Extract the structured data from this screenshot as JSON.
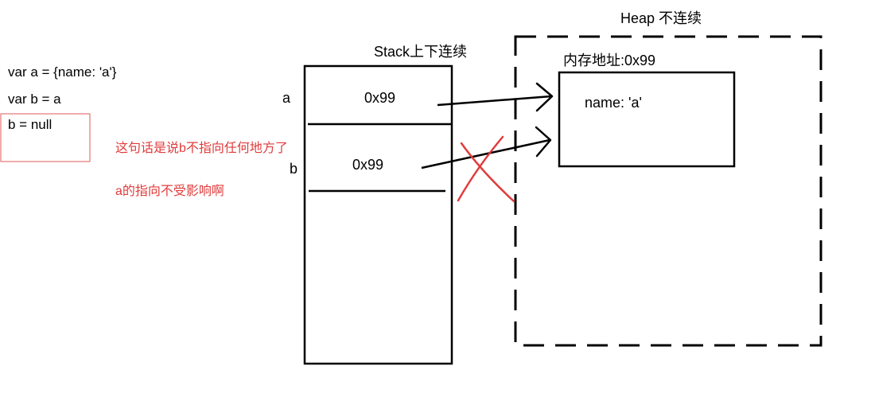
{
  "code": {
    "line1": "var a = {name: 'a'}",
    "line2": "var b = a",
    "line3": "b = null"
  },
  "annotations": {
    "note1": "这句话是说b不指向任何地方了",
    "note2": "a的指向不受影响啊"
  },
  "stack": {
    "title": "Stack上下连续",
    "var_a": "a",
    "var_b": "b",
    "value_a": "0x99",
    "value_b": "0x99"
  },
  "heap": {
    "title": "Heap 不连续",
    "address_label": "内存地址:0x99",
    "object_content": "name: 'a'"
  },
  "colors": {
    "ink": "#000000",
    "annotation": "#e03c3c",
    "highlight_box": "#e05a5a",
    "cross": "#e03c3c"
  }
}
